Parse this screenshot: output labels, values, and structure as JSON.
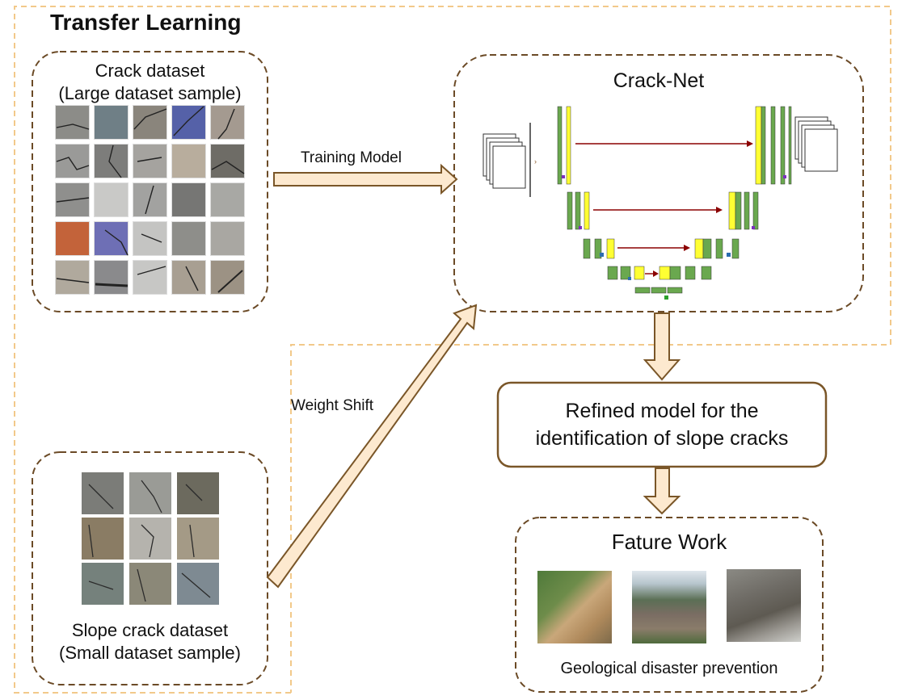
{
  "title": "Transfer Learning",
  "crack_dataset": {
    "line1": "Crack dataset",
    "line2": "(Large dataset sample)"
  },
  "crack_net": {
    "title": "Crack-Net"
  },
  "training_label": "Training Model",
  "weight_label": "Weight Shift",
  "refined": {
    "line1": "Refined model for the",
    "line2": "identification of slope cracks"
  },
  "slope_dataset": {
    "line1": "Slope crack dataset",
    "line2": "(Small dataset sample)"
  },
  "future_work": {
    "title": "Fature Work",
    "caption": "Geological disaster prevention"
  },
  "colors": {
    "dashed_border": "#6b4a26",
    "outer_dashed": "#f2c98a",
    "arrow_fill": "#fde9cf",
    "arrow_stroke": "#7a5628",
    "unet_green": "#6aa84f",
    "unet_yellow": "#ffff33",
    "skip_arrow": "#8b0000"
  }
}
